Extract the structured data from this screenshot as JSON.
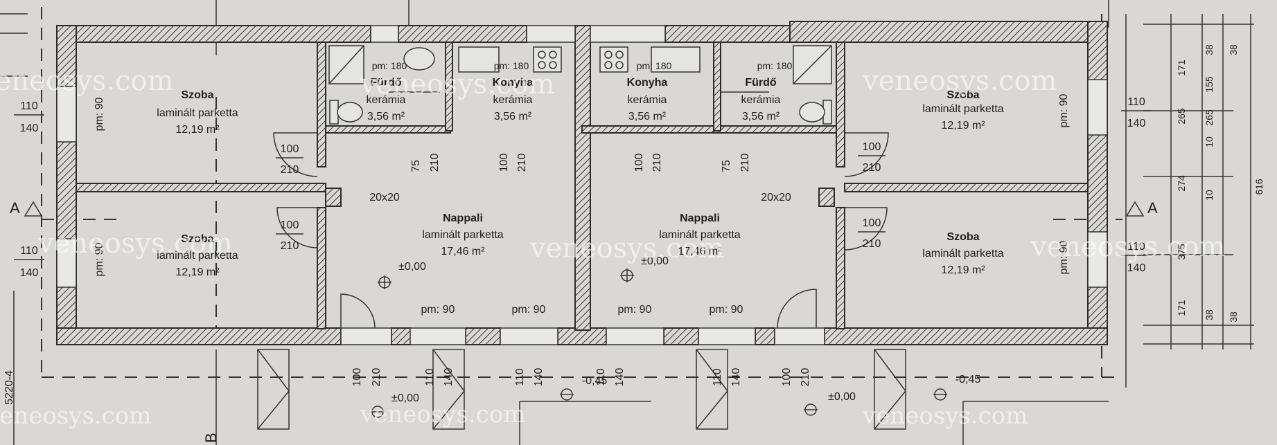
{
  "rooms": {
    "room_left_top": {
      "name": "Szoba",
      "floor": "laminált parketta",
      "area": "12,19 m²"
    },
    "room_left_bottom": {
      "name": "Szoba",
      "floor": "laminált parketta",
      "area": "12,19 m²"
    },
    "bath_left": {
      "name": "Fürdő",
      "floor": "kerámia",
      "area": "3,56 m²",
      "sill": "pm: 180"
    },
    "kitchen_left": {
      "name": "Konyha",
      "floor": "kerámia",
      "area": "3,56 m²",
      "sill": "pm: 180"
    },
    "kitchen_right": {
      "name": "Konyha",
      "floor": "kerámia",
      "area": "3,56 m²",
      "sill": "pm: 180"
    },
    "bath_right": {
      "name": "Fürdő",
      "floor": "kerámia",
      "area": "3,56 m²",
      "sill": "pm: 180"
    },
    "living_left": {
      "name": "Nappali",
      "floor": "laminált parketta",
      "area": "17,46 m²",
      "level": "±0,00"
    },
    "living_right": {
      "name": "Nappali",
      "floor": "laminált parketta",
      "area": "17,46 m²",
      "level": "±0,00"
    },
    "room_right_top": {
      "name": "Szoba",
      "floor": "laminált parketta",
      "area": "12,19 m²"
    },
    "room_right_bottom": {
      "name": "Szoba",
      "floor": "laminált parketta",
      "area": "12,19 m²"
    }
  },
  "labels": {
    "pm90": "pm: 90",
    "d100": "100",
    "d210": "210",
    "d75": "75",
    "d110": "110",
    "d140": "140",
    "col": "20x20",
    "lvl0": "±0,00",
    "lvl045": "-0,45",
    "sec_a": "A",
    "sec_b": "B",
    "side_code": "5220-4"
  },
  "dims_right": {
    "c1": [
      "171",
      "265",
      "274",
      "375",
      "171"
    ],
    "c2": [
      "38",
      "155",
      "10",
      "10",
      "38"
    ],
    "c3": [
      "38",
      "38"
    ],
    "total": "616",
    "sub": [
      "265",
      "38"
    ]
  },
  "watermark": "veneosys.com"
}
